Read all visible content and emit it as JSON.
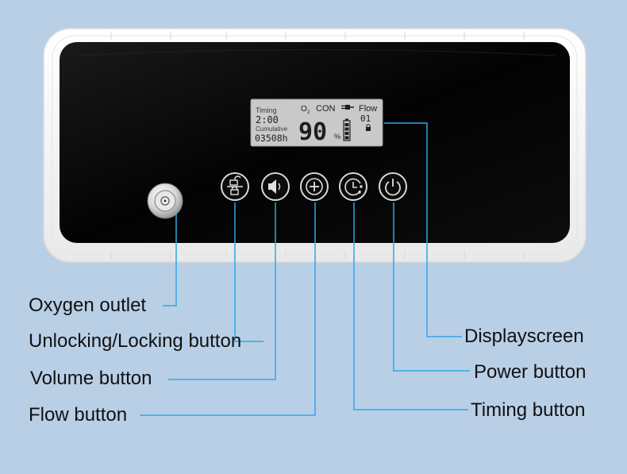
{
  "display": {
    "timing_label": "Timing",
    "timing_value": "2:00",
    "cumulative_label": "Cumulative",
    "cumulative_value": "03508h",
    "o2_label": "O",
    "o2_sub": "2",
    "mode_label": "CON",
    "flow_label": "Flow",
    "flow_value": "01",
    "concentration_value": "90",
    "concentration_unit": "%"
  },
  "labels": {
    "oxygen_outlet": "Oxygen outlet",
    "lock_button": "Unlocking/Locking button",
    "volume_button": "Volume button",
    "flow_button": "Flow button",
    "display_screen": "Displayscreen",
    "power_button": "Power button",
    "timing_button": "Timing button"
  },
  "icons": {
    "lock": "lock-unlock-icon",
    "volume": "speaker-icon",
    "flow": "plus-icon",
    "timing": "clock-icon",
    "power": "power-icon",
    "battery": "battery-icon",
    "plug": "plug-icon",
    "padlock": "padlock-icon"
  },
  "colors": {
    "background": "#b9cfe6",
    "leader_line": "#2da8e8",
    "lcd_background": "#c9c9c9",
    "panel": "#050505",
    "casing": "#f7f7f7"
  }
}
